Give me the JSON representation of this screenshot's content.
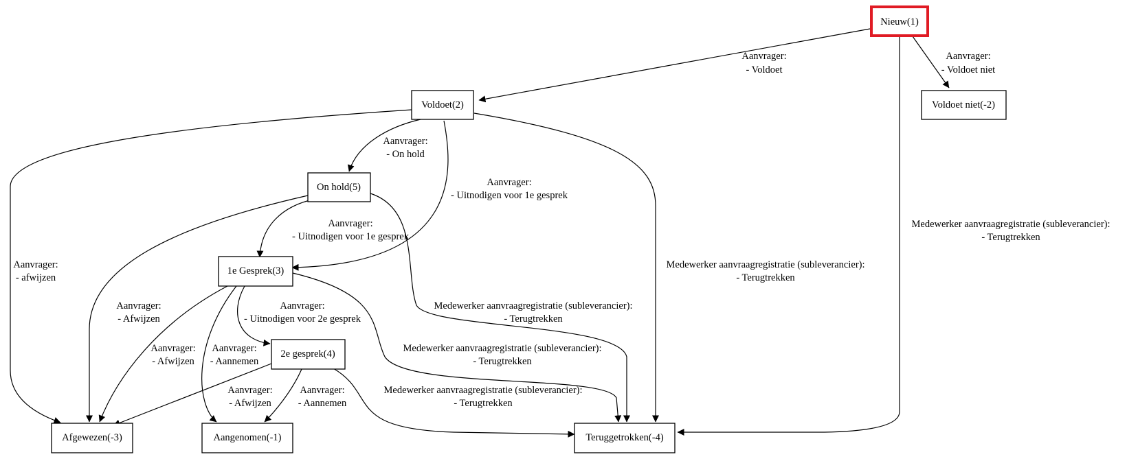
{
  "diagram": {
    "nodes": {
      "nieuw": {
        "label": "Nieuw(1)"
      },
      "voldoet": {
        "label": "Voldoet(2)"
      },
      "voldoet_niet": {
        "label": "Voldoet niet(-2)"
      },
      "on_hold": {
        "label": "On hold(5)"
      },
      "gesprek1": {
        "label": "1e Gesprek(3)"
      },
      "gesprek2": {
        "label": "2e gesprek(4)"
      },
      "afgewezen": {
        "label": "Afgewezen(-3)"
      },
      "aangenomen": {
        "label": "Aangenomen(-1)"
      },
      "teruggetrokken": {
        "label": "Teruggetrokken(-4)"
      }
    },
    "edges": {
      "nieuw_voldoet": {
        "line1": "Aanvrager:",
        "line2": "- Voldoet"
      },
      "nieuw_voldoet_niet": {
        "line1": "Aanvrager:",
        "line2": "- Voldoet niet"
      },
      "nieuw_teruggetrokken": {
        "line1": "Medewerker aanvraagregistratie (subleverancier):",
        "line2": "- Terugtrekken"
      },
      "voldoet_on_hold": {
        "line1": "Aanvrager:",
        "line2": "- On hold"
      },
      "voldoet_gesprek1": {
        "line1": "Aanvrager:",
        "line2": "- Uitnodigen voor 1e gesprek"
      },
      "voldoet_afgewezen": {
        "line1": "Aanvrager:",
        "line2": "- afwijzen"
      },
      "voldoet_teruggetrokken": {
        "line1": "Medewerker aanvraagregistratie (subleverancier):",
        "line2": "- Terugtrekken"
      },
      "on_hold_gesprek1": {
        "line1": "Aanvrager:",
        "line2": "- Uitnodigen voor 1e gesprek"
      },
      "on_hold_afgewezen": {
        "line1": "Aanvrager:",
        "line2": "- Afwijzen"
      },
      "on_hold_teruggetrokken": {
        "line1": "Medewerker aanvraagregistratie (subleverancier):",
        "line2": "- Terugtrekken"
      },
      "gesprek1_gesprek2": {
        "line1": "Aanvrager:",
        "line2": "- Uitnodigen voor 2e gesprek"
      },
      "gesprek1_afgewezen": {
        "line1": "Aanvrager:",
        "line2": "- Afwijzen"
      },
      "gesprek1_aangenomen": {
        "line1": "Aanvrager:",
        "line2": "- Aannemen"
      },
      "gesprek1_teruggetrokken": {
        "line1": "Medewerker aanvraagregistratie (subleverancier):",
        "line2": "- Terugtrekken"
      },
      "gesprek2_afgewezen": {
        "line1": "Aanvrager:",
        "line2": "- Afwijzen"
      },
      "gesprek2_aangenomen": {
        "line1": "Aanvrager:",
        "line2": "- Aannemen"
      },
      "gesprek2_teruggetrokken": {
        "line1": "Medewerker aanvraagregistratie (subleverancier):",
        "line2": "- Terugtrekken"
      }
    }
  }
}
